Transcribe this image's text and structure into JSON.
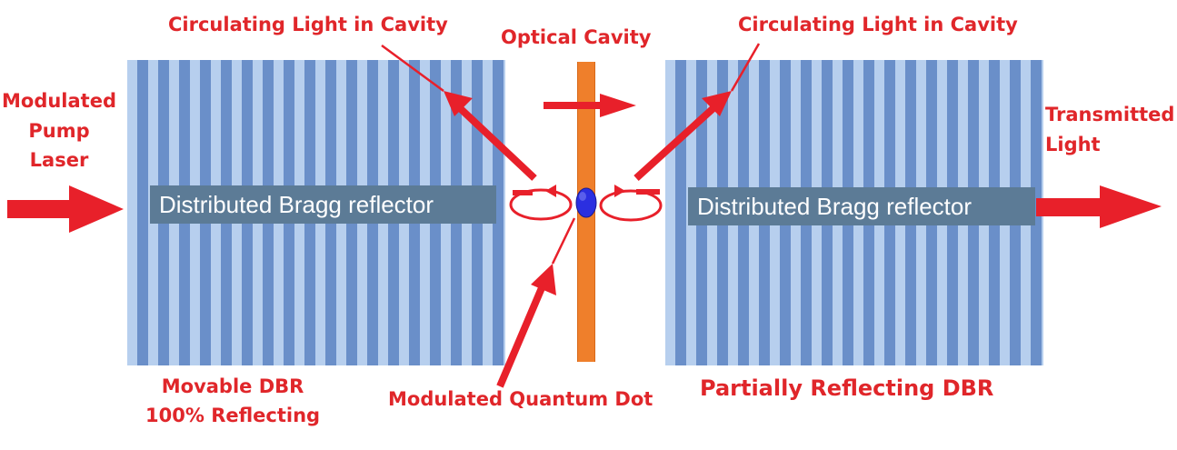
{
  "labels": {
    "circulating_left": "Circulating Light in Cavity",
    "circulating_right": "Circulating Light in Cavity",
    "optical_cavity": "Optical Cavity",
    "modulated_pump_laser": "Modulated\nPump\nLaser",
    "transmitted_light": "Transmitted\nLight",
    "movable_dbr": "Movable DBR\n100% Reflecting",
    "modulated_quantum_dot": "Modulated Quantum Dot",
    "partially_reflecting_dbr": "Partially Reflecting DBR"
  },
  "reflectors": {
    "left_label": "Distributed Bragg reflector",
    "right_label": "Distributed Bragg reflector"
  },
  "colors": {
    "arrow_red": "#e8202a",
    "label_red": "#e0262a",
    "dbr_light_stripe": "#b7cfee",
    "dbr_dark_stripe": "#6a8fc9",
    "dbr_label_bg": "#5c7b96",
    "cavity_orange": "#ef7f2b",
    "quantum_dot_blue": "#2b2fe0"
  }
}
